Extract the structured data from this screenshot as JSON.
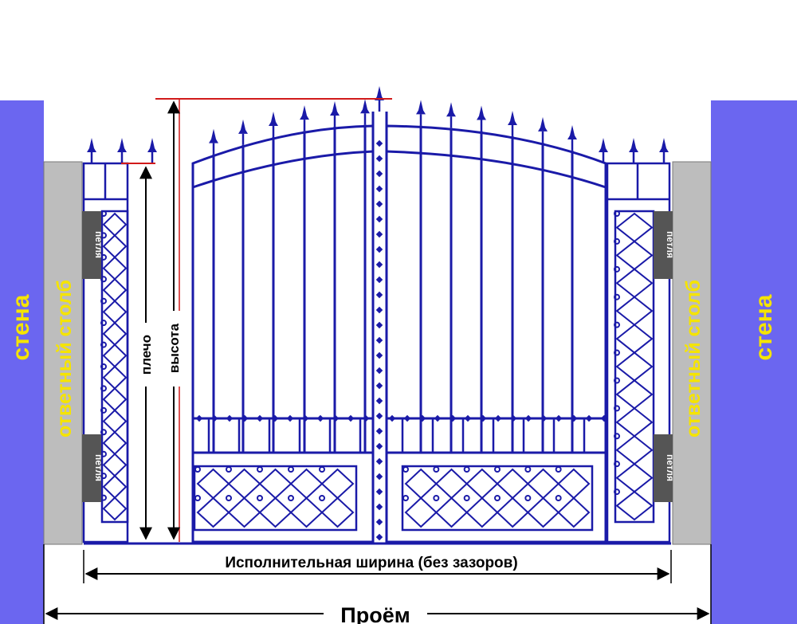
{
  "labels": {
    "wall_left": "стена",
    "wall_right": "стена",
    "post_left": "ответный столб",
    "post_right": "ответный столб",
    "hinge_left_top": "петля",
    "hinge_left_bottom": "петля",
    "hinge_right_top": "петля",
    "hinge_right_bottom": "петля",
    "shoulder": "плечо",
    "height": "высота",
    "working_width": "Исполнительная ширина (без зазоров)",
    "opening": "Проём"
  },
  "colors": {
    "wall": "#6b66f0",
    "post": "#bdbdbd",
    "gate_steel": "#1a1aa8",
    "label_yellow": "#f5e400",
    "hinge": "#555555",
    "dimension_red": "#d11a1a",
    "dimension_black": "#000000"
  },
  "icons": {
    "finial": "fleur-de-lis-spike-icon",
    "arrow": "dimension-arrow-icon"
  }
}
